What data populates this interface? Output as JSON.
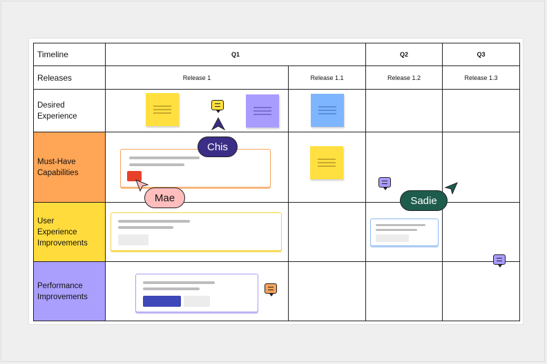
{
  "header": {
    "timeline_label": "Timeline",
    "releases_label": "Releases",
    "quarters": [
      "Q1",
      "Q2",
      "Q3"
    ],
    "releases": [
      "Release 1",
      "Release 1.1",
      "Release 1.2",
      "Release 1.3"
    ]
  },
  "rows": [
    {
      "label": "Desired\nExperience",
      "color": "#ffffff"
    },
    {
      "label": "Must-Have\nCapabilities",
      "color": "#ffa556"
    },
    {
      "label": "User\nExperience\nImprovements",
      "color": "#ffdc3c"
    },
    {
      "label": "Performance\nImprovements",
      "color": "#ab9ffe"
    }
  ],
  "cursors": [
    {
      "name": "Chis",
      "color": "#3b2e86",
      "text_color": "#ffffff"
    },
    {
      "name": "Mae",
      "color": "#ffbdbd",
      "text_color": "#111111"
    },
    {
      "name": "Sadie",
      "color": "#1e5c4d",
      "text_color": "#ffffff"
    }
  ],
  "colors": {
    "yellow_sticky": "#ffe040",
    "purple_sticky": "#a99cff",
    "blue_sticky": "#7eb5ff",
    "orange_card_border": "#f5a35a",
    "yellow_card_border": "#f2d43a",
    "blue_card_border": "#8db7f0",
    "purple_card_border": "#a79cf2",
    "red_chip": "#e8412b",
    "navy_button": "#3f48b8"
  }
}
